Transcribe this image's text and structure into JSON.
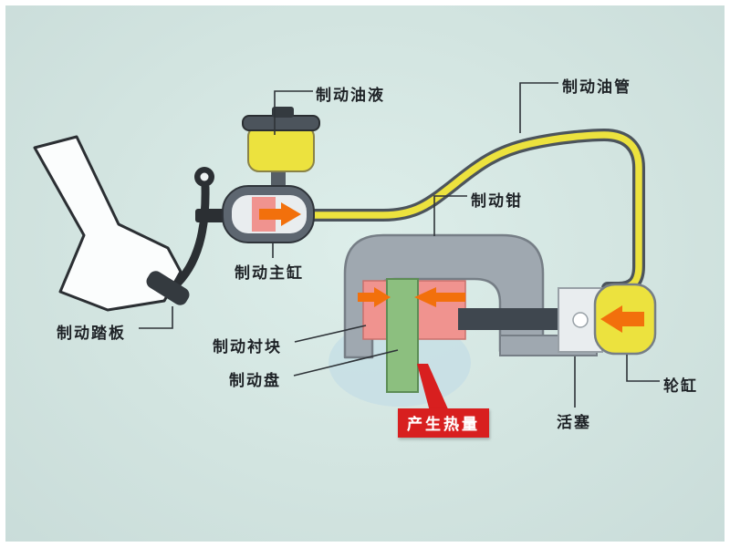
{
  "labels": {
    "brake_fluid": "制动油液",
    "brake_pipe": "制动油管",
    "brake_caliper": "制动钳",
    "master_cylinder": "制动主缸",
    "brake_pedal": "制动踏板",
    "brake_pad": "制动衬块",
    "brake_disc": "制动盘",
    "heat_generated": "产生热量",
    "piston": "活塞",
    "wheel_cylinder": "轮缸"
  },
  "colors": {
    "background": "#d2e4e0",
    "fluid_yellow": "#ece23e",
    "caliper_gray": "#9fa8b0",
    "pad_pink": "#f0938f",
    "disc_green": "#8cbf7f",
    "arrow_orange": "#f2700c",
    "heat_red": "#d81f1f",
    "outline_dark": "#2b2f33"
  }
}
